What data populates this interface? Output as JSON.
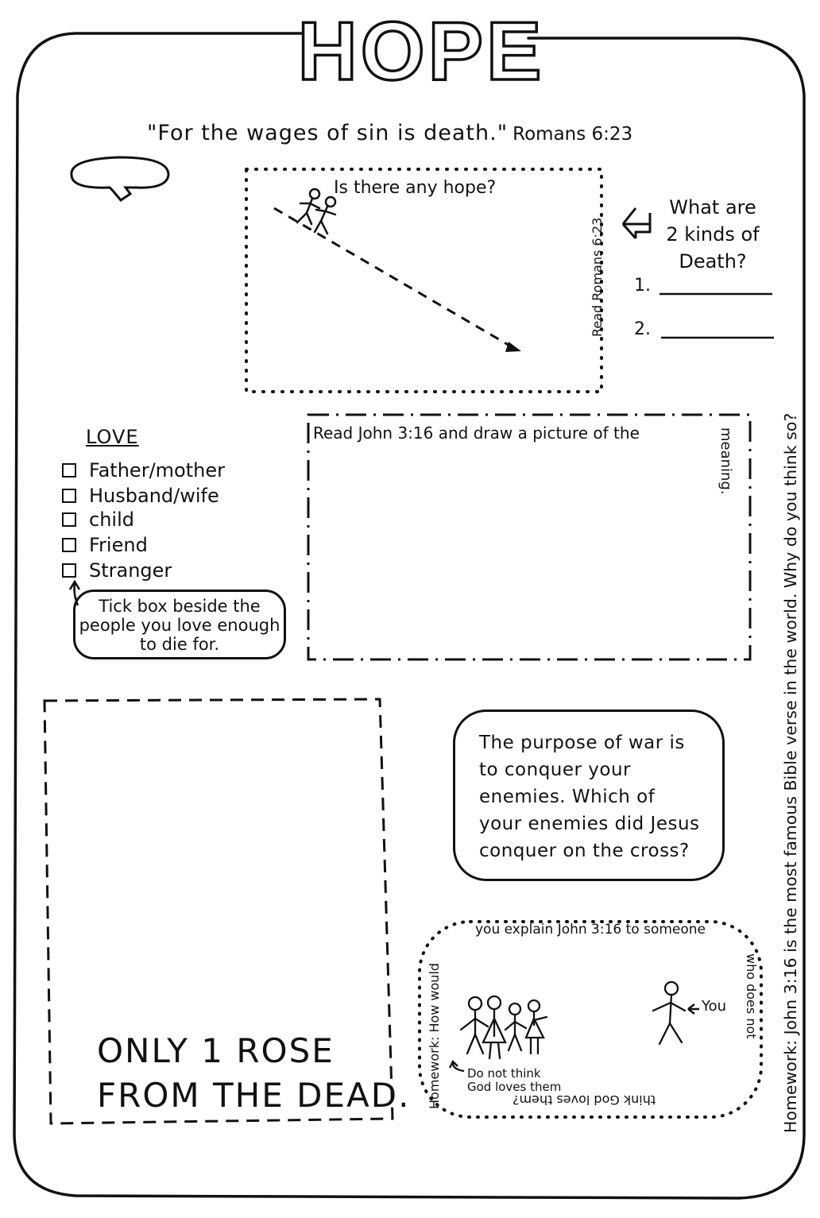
{
  "title": "HOPE",
  "verse": {
    "quote": "\"For the wages of sin is death.\"",
    "reference": "Romans 6:23"
  },
  "hope_box": {
    "question": "Is there any hope?",
    "side_note": "Read Romans 6:23"
  },
  "kinds_of_death": {
    "question_line1": "What are",
    "question_line2": "2 kinds of",
    "question_line3": "Death?",
    "item1": "1.",
    "item2": "2."
  },
  "love": {
    "heading": "LOVE",
    "items": [
      "Father/mother",
      "Husband/wife",
      "child",
      "Friend",
      "Stranger"
    ],
    "note": "Tick box beside the people you love enough to die for."
  },
  "john_box": {
    "instruction": "Read John 3:16 and draw a picture of the ",
    "instruction_end": "meaning."
  },
  "rose": {
    "line1": "ONLY 1 ROSE",
    "line2": "FROM THE DEAD."
  },
  "war": {
    "text": "The purpose of war is to conquer your enemies. Which of your enemies did Jesus conquer on the cross?"
  },
  "homework_box": {
    "left": "Homework: How would",
    "top": "you explain John 3:16 to someone",
    "right": "who does not",
    "bottom": "think God loves them?",
    "you_label": "You",
    "group_label_line1": "Do not think",
    "group_label_line2": "God loves them"
  },
  "side_homework": "Homework: John 3:16 is the most famous Bible verse in the world. Why do you think so?",
  "colors": {
    "ink": "#111111",
    "paper": "#ffffff"
  }
}
